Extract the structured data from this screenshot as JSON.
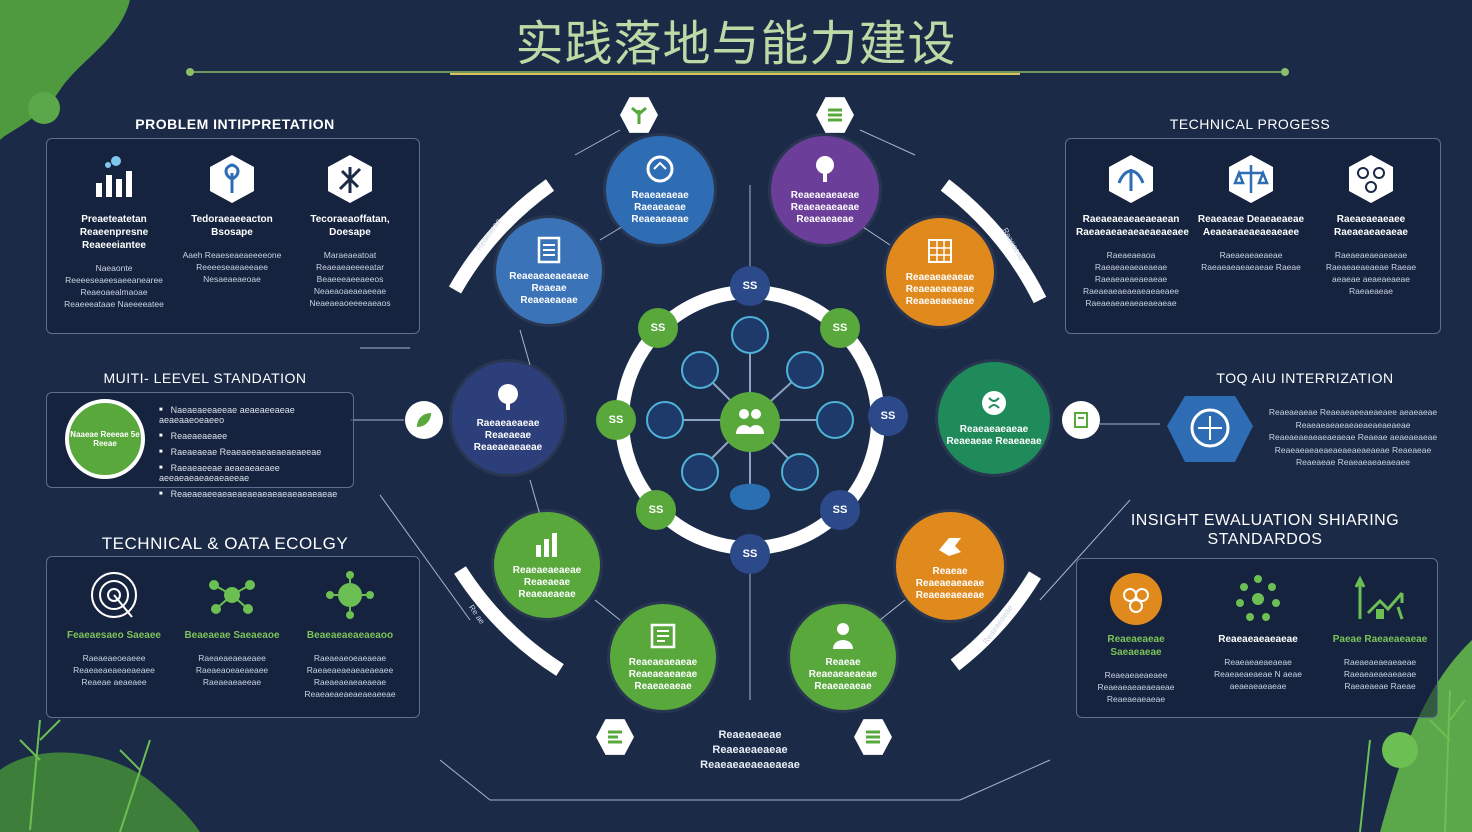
{
  "title": "实践落地与能力建设",
  "problem": {
    "title": "PROBLEM INTIPPRETATION",
    "items": [
      {
        "name": "Preaeteatetan Reaeenpresne Reaeeeiantee",
        "desc": "Naeaonte Reeeeseaeesaeeanearee Reaeoaealmaoae Reaeeeataae Naeeeeatee",
        "icon": "bar-chart-icon"
      },
      {
        "name": "Tedoraeaeeacton Bsosape",
        "desc": "Aaeh Reaeseaeaeeeeone Reeeeseaeaeeaee Nesaeaeaeoae",
        "icon": "hex-plant-icon"
      },
      {
        "name": "Tecoraeaoffatan, Doesape",
        "desc": "Maraeaeatoat Reaeaeaeeeeatar Beaeeeaeeaeeos Neaeaoaeaeaeeae Neaeaeaoeeeeaeaos",
        "icon": "hex-tools-icon"
      }
    ]
  },
  "multi": {
    "title": "MUITI- LEEVEL STANDATION",
    "badge": "Naaeae Reeeae 5e Reeae",
    "bullets": [
      "Naeaeaeeaeeae aeaeaeeaeae aeaeaaeoeaeeo",
      "Reaeaeaeaee",
      "Raeaeaeae Reaeaeeaeaeaeaeaeeae",
      "Raeaeaeeae aeaeaeaeaee aeeaeaeaeaeaeaeeae",
      "Reaeaeaeeaeaeaeaeaeaeaeaeaeaeaeae"
    ]
  },
  "eco": {
    "title": "TECHNICAL & OATA ECOLGY",
    "items": [
      {
        "name": "Feaeaesaeo Saeaee",
        "desc": "Raeaeaeoeaeee Reaeaeaeaeaeaeaee Reaeae aeaeaee",
        "icon": "target-icon"
      },
      {
        "name": "Beaeaeae Saeaeaoe",
        "desc": "Raeaeaeaeaeaee Raeaeaoeaeaeaee Raeaeaeaeeae",
        "icon": "network-icon"
      },
      {
        "name": "Beaeaeaeaeaeaoo",
        "desc": "Raeaeaeoeaeaeae Raeaeaeaeaeaeaeaee Raeaeaeaeaeaeae Reaeaeaeaeaeaeaeeae",
        "icon": "globe-network-icon"
      }
    ]
  },
  "tech": {
    "title": "TECHNICAL PROGESS",
    "items": [
      {
        "name": "Raeaeaeaeaeaeaean Raeaeaeaeaeaeaeaeaee",
        "desc": "Raeaeaeaoa Raeaeaeaeaeaeae Raeaeaeaeaeaeae Raeaeaeaeaeaeaeaeaee Raeaeaeaeaeaeaeaeae",
        "icon": "hex-leaf-icon"
      },
      {
        "name": "Reaeaeae Deaeaeaeae Aeaeaeaeaeaeaeaee",
        "desc": "Raeaeaeaeaeae Raeaeaeaeaeaeae Raeae",
        "icon": "hex-scale-icon"
      },
      {
        "name": "Raeaeaeaeaee Raeaeaeaeaeae",
        "desc": "Raeaeaeaeaeaeae Raeaeaeaeaeae Raeae aeaeae aeaeaeaeae Raeaeaeae",
        "icon": "hex-cluster-icon"
      }
    ]
  },
  "tool": {
    "title": "TOQ AIU INTERRIZATION",
    "lines": [
      "Reaeaeaeae Reaeaeaeeaeaeaee aeaeaeae",
      "Reaeaeaeaeaeaeaeaeaeaeae",
      "Reaeaeaeaeaeaeaeae Reaeae aeaeaeaeae",
      "Reaeaeaeaeaeaeaeaeaeaeae Reaeaeae",
      "Reaeaeae Reaeaeaeaeaeaee"
    ]
  },
  "insight": {
    "title_1": "INSIGHT EWALUATION SHIARING",
    "title_2": "STANDARDOS",
    "items": [
      {
        "name": "Reaeaeaeae Saeaeaeae",
        "desc": "Reaeaeaeaeaee Reaeaeaeaeaeaeae Reaeaeaeaeae",
        "icon": "orange-cluster-icon"
      },
      {
        "name": "Reaeaeaeaeaeae",
        "desc": "Reaeaeaeaeaeae Reaeaeaeaeae N aeae aeaeaeaeaeae",
        "icon": "green-cluster-icon"
      },
      {
        "name": "Paeae Raeaeaeaeae",
        "desc": "Raeaeaeaeaeaeae Raeaeaeaeaeaeae Raeaeaeae Raeae",
        "icon": "growth-arrow-icon"
      }
    ]
  },
  "nodes": [
    {
      "label": "Reaeaeaeae Raeaeaeae Reaeaeaeae",
      "color": "#2e6db4",
      "icon": "sync-icon"
    },
    {
      "label": "Reaeaeaeaeae Reaeaeaeaeae Reaeaeaeae",
      "color": "#6b3e99",
      "icon": "tree-icon"
    },
    {
      "label": "Reaeaeaeaeae Reaeaeaeaeae Reaeaeaeaeae",
      "color": "#e08a1e",
      "icon": "grid-icon"
    },
    {
      "label": "Reaeaeaeaeae Reaeaeae Reaeaeae",
      "color": "#1f8a5a",
      "icon": "brain-icon"
    },
    {
      "label": "Reaeae Reaeaeaeaeae Reaeaeaeaeae",
      "color": "#e08a1e",
      "icon": "hand-icon"
    },
    {
      "label": "Reaeae Reaeaeaeaeae Reaeaeaeae",
      "color": "#58a83c",
      "icon": "person-icon"
    },
    {
      "label": "Reaeaeaeaeae Reaeaeaeaeae Reaeaeaeae",
      "color": "#58a83c",
      "icon": "book-icon"
    },
    {
      "label": "Reaeaeaeaeae Reaeaeae Reaeaeaeae",
      "color": "#58a83c",
      "icon": "chart-icon"
    },
    {
      "label": "Raeaeaeaeae Reaeaeae Reaeaeaeaeae",
      "color": "#2c3f7a",
      "icon": "tree2-icon"
    },
    {
      "label": "Reaeaeaeaeaeae Reaeae Reaeaeaeae",
      "color": "#3a73b8",
      "icon": "doc-icon"
    }
  ],
  "satellites": [
    "SS",
    "SS",
    "SS",
    "SS",
    "SS",
    "SS",
    "SS",
    "SS"
  ],
  "center_icon": "people-network-icon",
  "bottom_text": [
    "Reaeaeaeae",
    "Reaeaeaeaeae",
    "Reaeaeaeaeaeaeae"
  ],
  "arc_labels": [
    "Reaeaeae",
    "Reaeaeae",
    "Re  ae",
    "Reaeaeaeae"
  ],
  "colors": {
    "background": "#1b2a47",
    "green": "#58a83c",
    "blue": "#2e6db4",
    "orange": "#e08a1e",
    "purple": "#6b3e99",
    "title": "#bcd9a6"
  }
}
